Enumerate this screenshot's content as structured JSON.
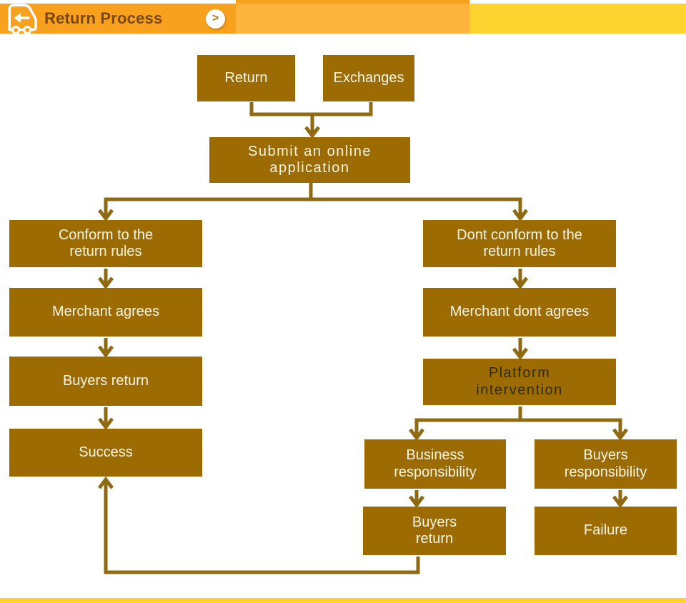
{
  "header": {
    "title": "Return Process",
    "expand_glyph": ">",
    "icons": [
      "return-truck-icon",
      "chevron-right-icon"
    ]
  },
  "flowchart": {
    "nodes": [
      {
        "id": "return",
        "label": "Return"
      },
      {
        "id": "exchanges",
        "label": "Exchanges"
      },
      {
        "id": "submit",
        "label": "Submit an online\napplication"
      },
      {
        "id": "conform",
        "label": "Conform to the\nreturn rules"
      },
      {
        "id": "dont_conform",
        "label": "Dont conform to the\nreturn rules"
      },
      {
        "id": "merchant_agrees",
        "label": "Merchant agrees"
      },
      {
        "id": "merchant_dont",
        "label": "Merchant dont agrees"
      },
      {
        "id": "buyers_return_l",
        "label": "Buyers return"
      },
      {
        "id": "platform",
        "label": "Platform\nintervention"
      },
      {
        "id": "success",
        "label": "Success"
      },
      {
        "id": "business_resp",
        "label": "Business\nresponsibility"
      },
      {
        "id": "buyers_resp",
        "label": "Buyers\nresponsibility"
      },
      {
        "id": "buyers_return_2",
        "label": "Buyers\nreturn"
      },
      {
        "id": "failure",
        "label": "Failure"
      }
    ]
  },
  "colors": {
    "header_orange": "#f7a11e",
    "header_mid": "#fcb43d",
    "header_yellow": "#fdd32f",
    "title_brown": "#7b470c",
    "box_gold": "#9c6c03",
    "connector": "#8e6b13",
    "box_text": "#faf5e8",
    "platform_text": "#332b05"
  }
}
